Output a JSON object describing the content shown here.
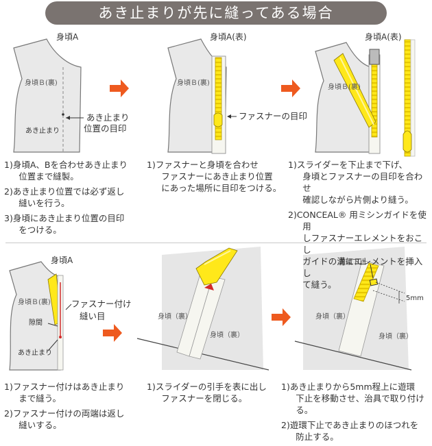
{
  "title": "あき止まりが先に縫ってある場合",
  "labels": {
    "front_a": "身頃A",
    "front_a_face": "身頃A(表)",
    "front_b_back": "身頃Ｂ(裏)",
    "front_back": "身頃（裏）",
    "akidomari": "あき止まり",
    "akidomari_mark_1": "あき止まり",
    "akidomari_mark_2": "位置の目印",
    "fastener_mark": "ファスナーの目印",
    "seam_1": "ファスナー付け",
    "seam_2": "縫い目",
    "gap": "隙間",
    "stopper": "遊環下止",
    "five_mm": "5mm"
  },
  "steps": {
    "s1": [
      "1)身頃A、Bを合わせあき止まり\n位置まで縫製。",
      "2)あき止まり位置では必ず返し\n縫いを行う。",
      "3)身頃にあき止まり位置の目印\nをつける。"
    ],
    "s2": [
      "1)ファスナーと身頃を合わせ\nファスナーにあき止まり位置\nにあった場所に目印をつける。"
    ],
    "s3": [
      "1)スライダーを下止まで下げ、\n身頃とファスナーの目印を合わせ\n確認しながら片側より縫う。",
      "2)CONCEAL® 用ミシンガイドを使用\nしファスナーエレメントをおこし\nガイドの溝にエレメントを挿入し\nて縫う。"
    ],
    "s4": [
      "1)ファスナー付けはあき止まり\nまで縫う。",
      "2)ファスナー付けの両端は返し\n縫いする。"
    ],
    "s5": [
      "1)スライダーの引手を表に出し\nファスナーを閉じる。"
    ],
    "s6": [
      "1)あき止まりから5mm程上に遊環\n下止を移動させ、治具で取り付ける。",
      "2)遊環下止であき止まりのほつれを\n防止する。"
    ]
  },
  "colors": {
    "fabric": "#ebebeb",
    "fabric_dark": "#d6d6d6",
    "zipper_yellow": "#ffe81a",
    "arrow_orange": "#ee5a1f",
    "tape_white": "#f6f6f0",
    "title_bg": "#7a7370"
  }
}
